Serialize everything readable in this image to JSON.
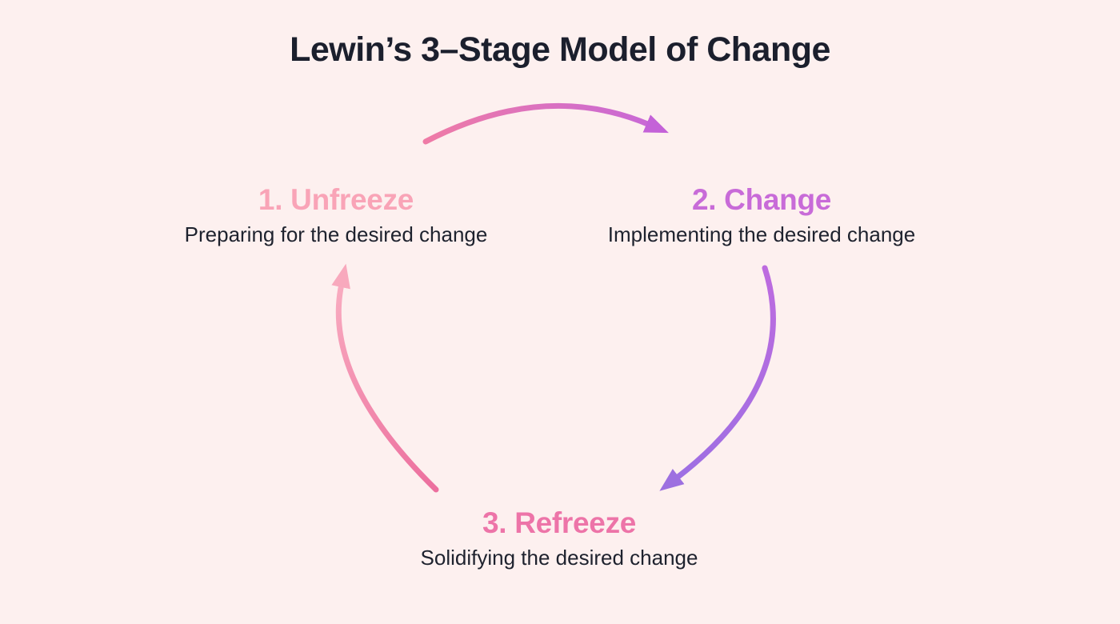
{
  "title": "Lewin’s 3–Stage Model of Change",
  "colors": {
    "background": "#fdf0ef",
    "title_text": "#1b1f2d",
    "description_text": "#1e222e"
  },
  "stages": [
    {
      "heading": "1. Unfreeze",
      "description": "Preparing for the desired change",
      "color": "#f9a4b7"
    },
    {
      "heading": "2. Change",
      "description": "Implementing the desired change",
      "color": "#c86bd8"
    },
    {
      "heading": "3. Refreeze",
      "description": "Solidifying the desired change",
      "color": "#ed74a8"
    }
  ],
  "arrows": [
    {
      "name": "unfreeze-to-change",
      "from_color": "#ef7ba6",
      "to_color": "#c667d9",
      "head_color": "#c462d8"
    },
    {
      "name": "change-to-refreeze",
      "from_color": "#bd6bdf",
      "to_color": "#9d6fe3",
      "head_color": "#9d70e0"
    },
    {
      "name": "refreeze-to-unfreeze",
      "from_color": "#ec6f9e",
      "to_color": "#f9aec1",
      "head_color": "#f8a9bd"
    }
  ]
}
